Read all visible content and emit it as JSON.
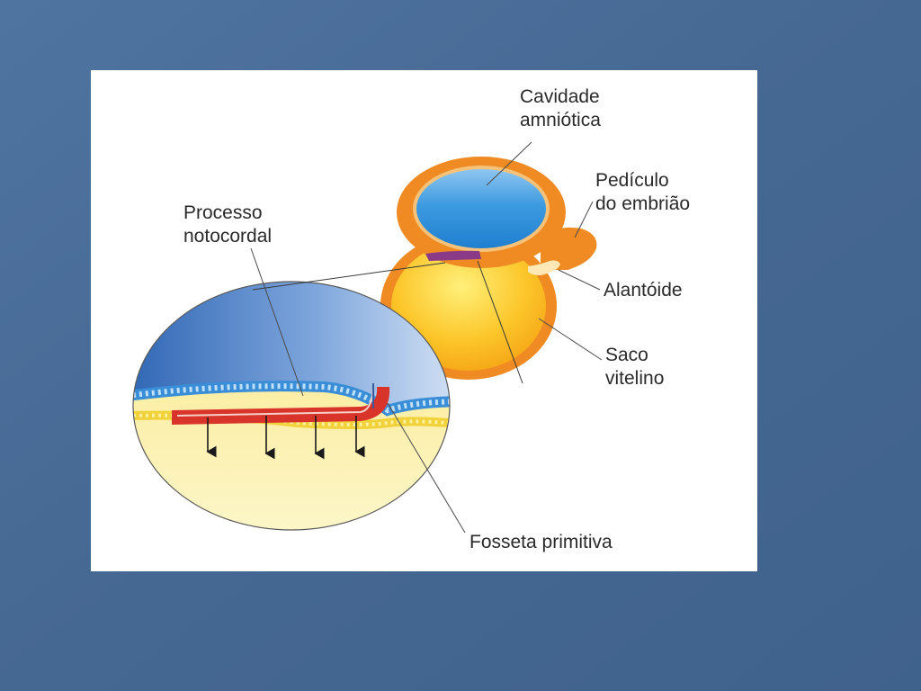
{
  "colors": {
    "background": "#4a6d96",
    "panel": "#ffffff",
    "amnion_orange": "#ee8a20",
    "amniotic_cavity_blue": "#2e8fd8",
    "yolk_sac_yellow": "#fbc22a",
    "ectoderm_blue": "#3a8ed8",
    "mesoderm_red": "#d9342a",
    "endoderm_yellow": "#f2da3a",
    "oval_top_blue": "#3f7cc4",
    "oval_bottom_yellow": "#fbf3a8"
  },
  "labels": {
    "amniotic_cavity": {
      "line1": "Cavidade",
      "line2": "amniótica"
    },
    "embryo_stalk": {
      "line1": "Pedículo",
      "line2": "do embrião"
    },
    "notochordal_process": {
      "line1": "Processo",
      "line2": "notocordal"
    },
    "allantois": {
      "line1": "Alantóide"
    },
    "yolk_sac": {
      "line1": "Saco",
      "line2": "vitelino"
    },
    "primitive_pit": {
      "line1": "Fosseta primitiva"
    }
  }
}
